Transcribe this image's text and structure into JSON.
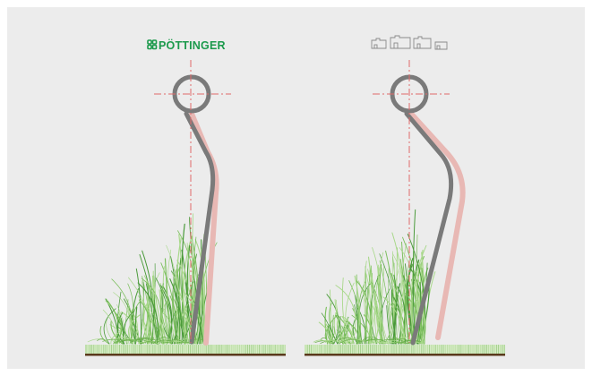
{
  "colors": {
    "page": "#ffffff",
    "panel": "#ececec",
    "brand_green": "#1c9a4c",
    "tine": "#7a7a7a",
    "tine_shadow": "#e8b8b4",
    "axis_dash": "#e06a6a",
    "crop_dark": "#4a9a3a",
    "crop_light": "#a8d88a",
    "stubble": "#b8dca0",
    "soil": "#5a3a1c",
    "neutral_logo": "#8a8a8a"
  },
  "left_panel": {
    "logo": {
      "icon": "poettinger-cube-icon",
      "text": "PÖTTINGER"
    },
    "tine_shape": "curved-spring-tine-with-loop",
    "tine_behavior": "deflects-less"
  },
  "right_panel": {
    "logo": {
      "icon": "generic-competitor-icons",
      "text": ""
    },
    "tine_shape": "curved-spring-tine-with-loop",
    "tine_behavior": "deflects-more"
  }
}
